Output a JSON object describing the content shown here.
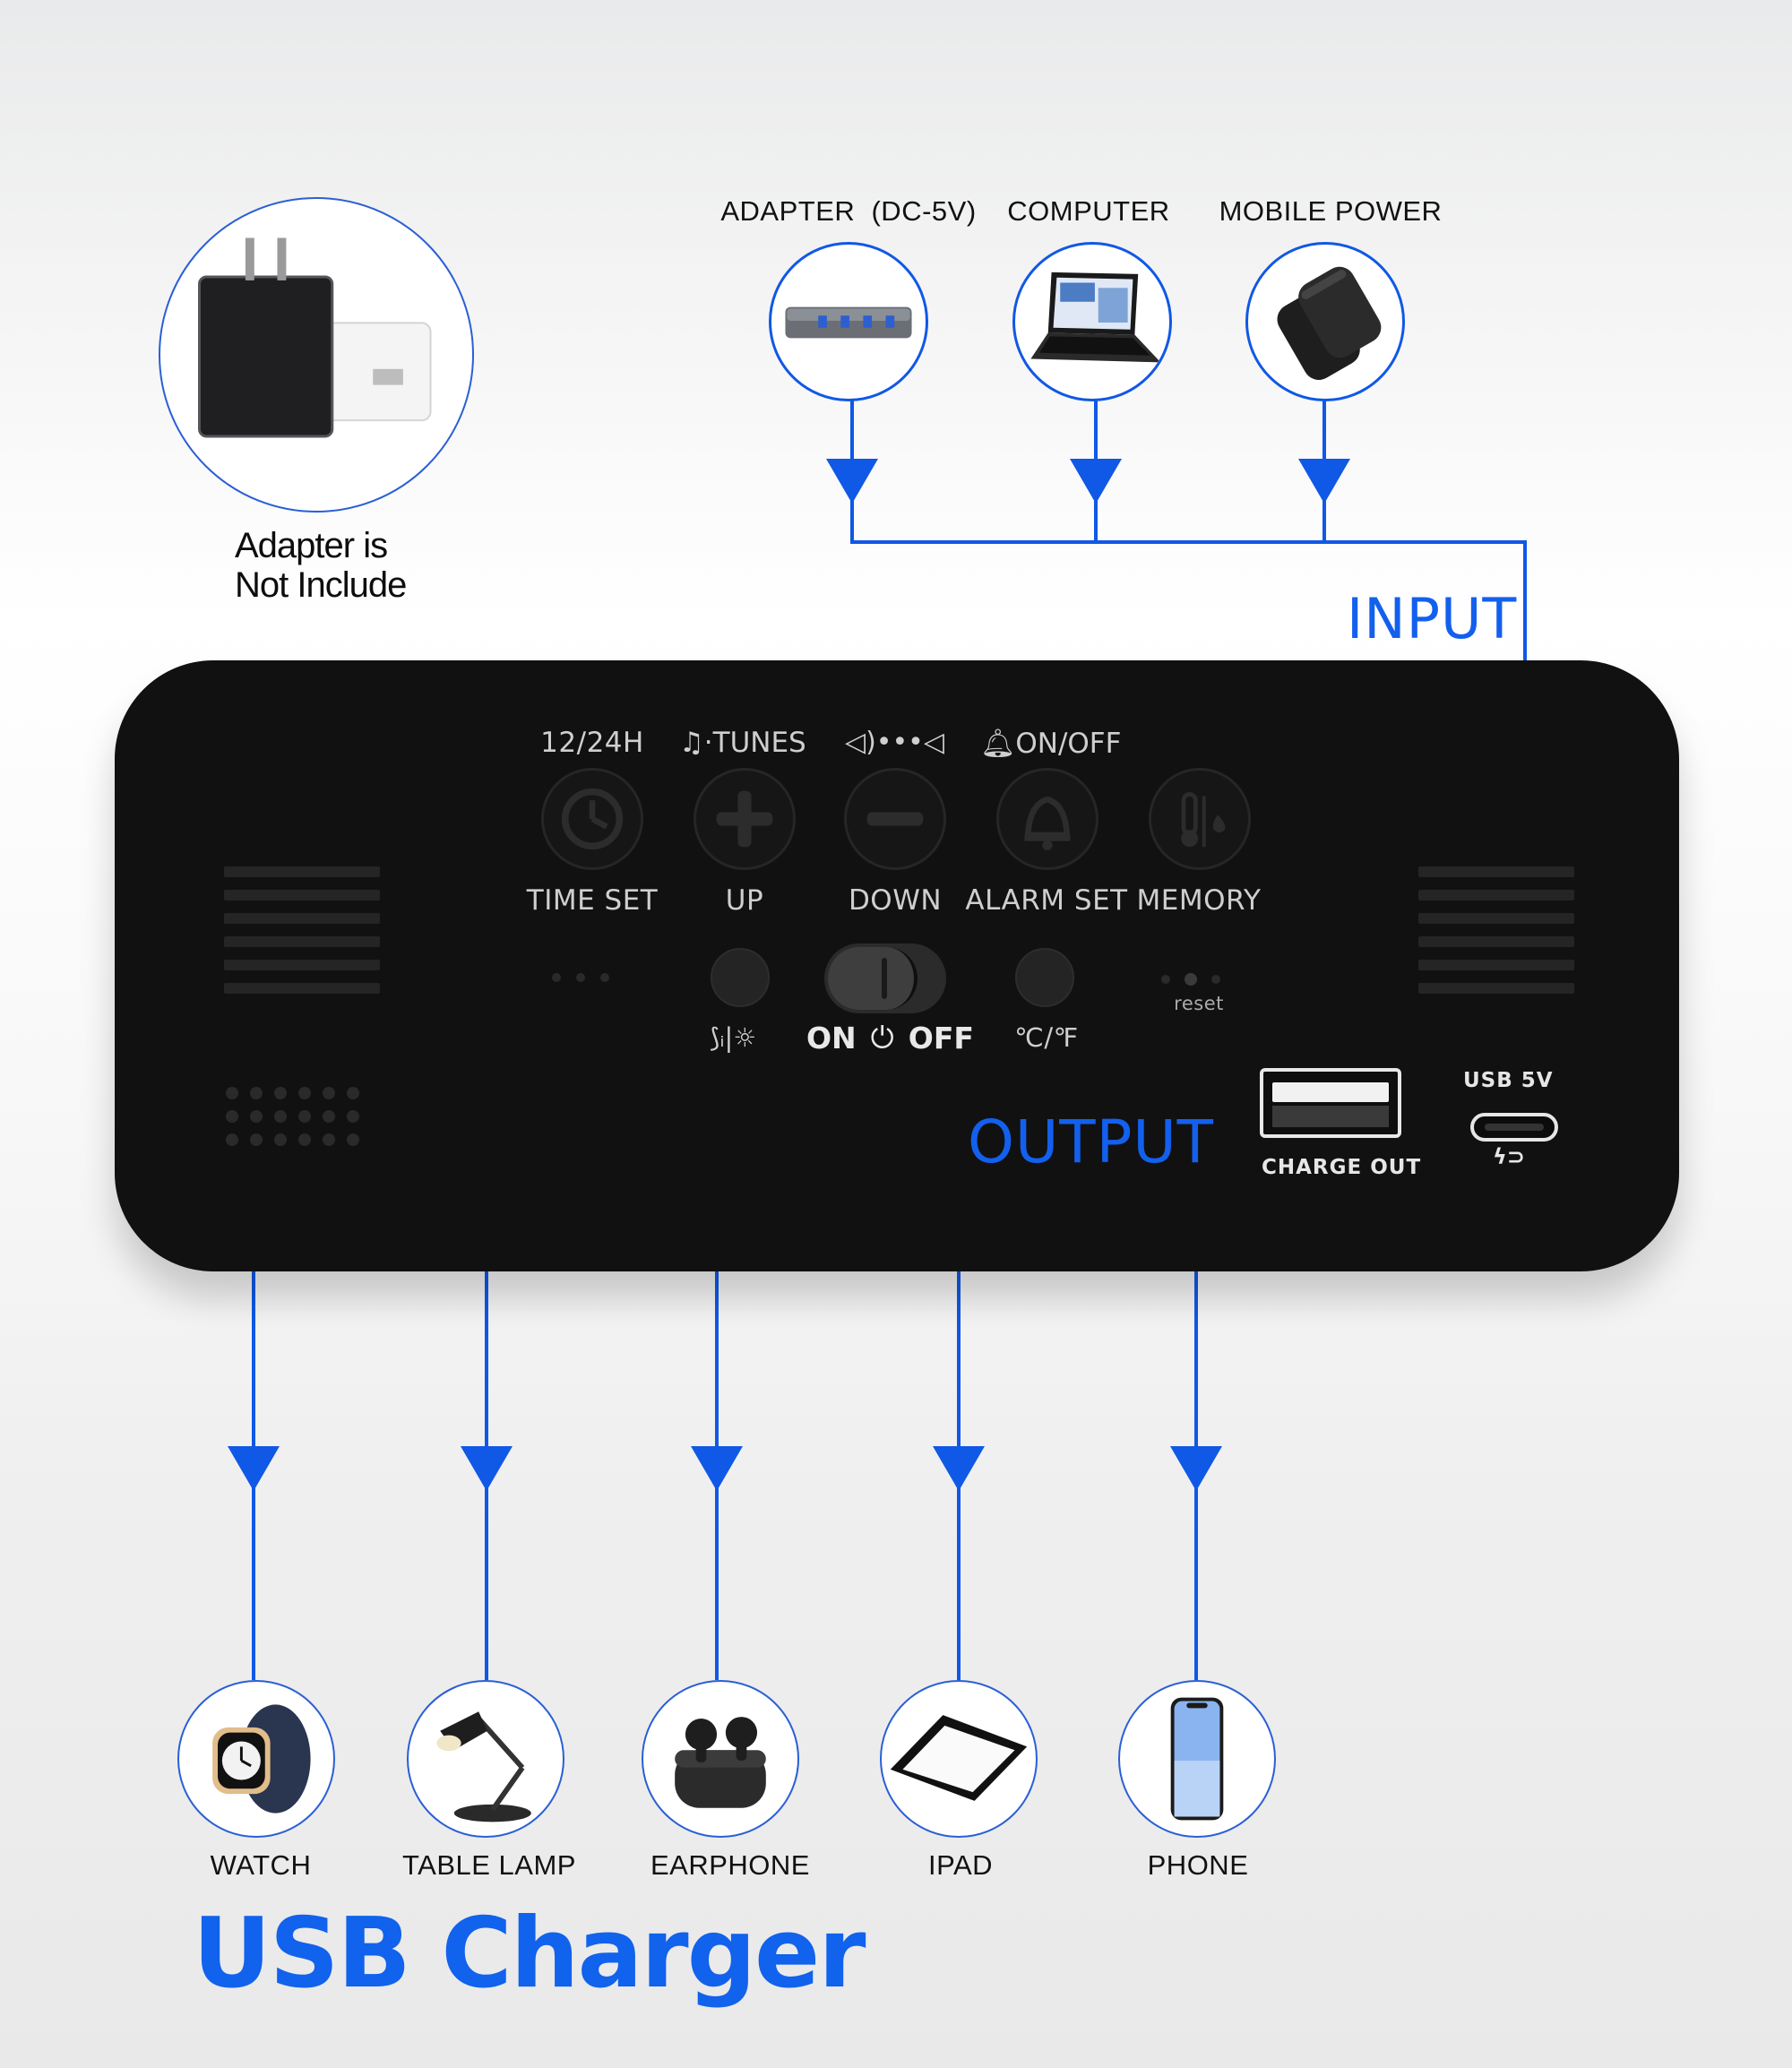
{
  "adapter_note": "Adapter is\nNot Include",
  "input": {
    "label": "INPUT",
    "sources": [
      {
        "label": "ADAPTER  (DC-5V)",
        "icon": "usb-hub-icon"
      },
      {
        "label": "COMPUTER",
        "icon": "laptop-icon"
      },
      {
        "label": "MOBILE POWER",
        "icon": "power-bank-icon"
      }
    ]
  },
  "device": {
    "top_labels": [
      "12/24H",
      "TUNES",
      "ON/OFF"
    ],
    "button_labels": [
      "TIME SET",
      "UP",
      "DOWN",
      "ALARM SET",
      "MEMORY"
    ],
    "switch_on": "ON",
    "switch_off": "OFF",
    "temp_label": "℃/℉",
    "brightness_label": "|☼",
    "reset_label": "reset",
    "charge_out_label": "CHARGE OUT",
    "usb_in_label": "USB 5V"
  },
  "output": {
    "label": "OUTPUT",
    "devices": [
      {
        "label": "WATCH",
        "icon": "smartwatch-icon"
      },
      {
        "label": "TABLE LAMP",
        "icon": "desk-lamp-icon"
      },
      {
        "label": "EARPHONE",
        "icon": "earbuds-icon"
      },
      {
        "label": "IPAD",
        "icon": "tablet-icon"
      },
      {
        "label": "PHONE",
        "icon": "phone-icon"
      }
    ]
  },
  "headline": "USB Charger",
  "colors": {
    "accent_blue": "#1360ee",
    "device_body": "#111112"
  }
}
